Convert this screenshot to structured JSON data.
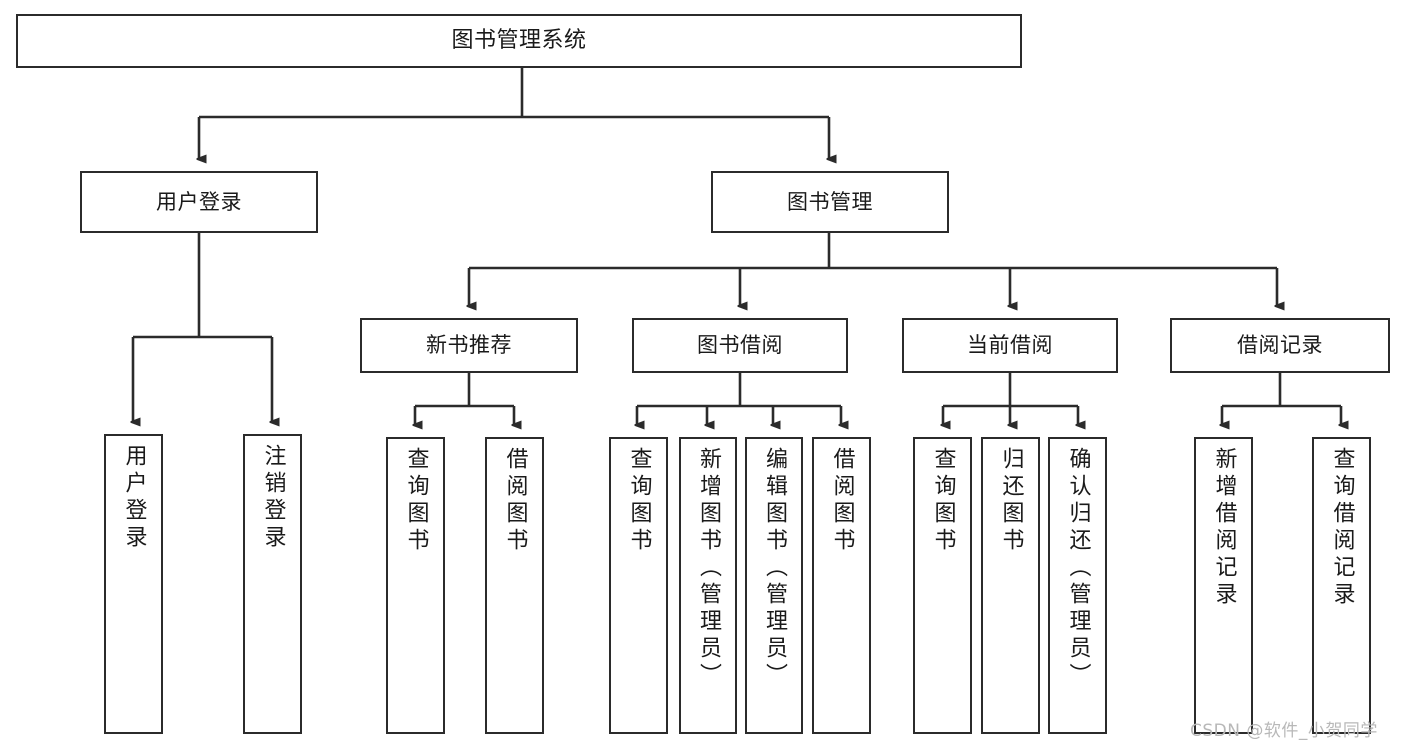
{
  "diagram": {
    "title": "图书管理系统",
    "type": "tree-structure-chart",
    "colors": {
      "stroke": "#2b2b2b",
      "fill": "#ffffff",
      "text": "#1a1a1a",
      "watermark": "#b8b8b8"
    }
  },
  "root": {
    "label": "图书管理系统"
  },
  "level2": [
    {
      "label": "用户登录"
    },
    {
      "label": "图书管理"
    }
  ],
  "level3": [
    {
      "label": "新书推荐"
    },
    {
      "label": "图书借阅"
    },
    {
      "label": "当前借阅"
    },
    {
      "label": "借阅记录"
    }
  ],
  "leaves": {
    "user_login": [
      {
        "label": "用户登录"
      },
      {
        "label": "注销登录"
      }
    ],
    "new_book_recommend": [
      {
        "label": "查询图书"
      },
      {
        "label": "借阅图书"
      }
    ],
    "book_borrow": [
      {
        "label": "查询图书"
      },
      {
        "label": "新增图书（管理员）"
      },
      {
        "label": "编辑图书（管理员）"
      },
      {
        "label": "借阅图书"
      }
    ],
    "current_borrow": [
      {
        "label": "查询图书"
      },
      {
        "label": "归还图书"
      },
      {
        "label": "确认归还（管理员）"
      }
    ],
    "borrow_record": [
      {
        "label": "新增借阅记录"
      },
      {
        "label": "查询借阅记录"
      }
    ]
  },
  "watermark": {
    "text": "CSDN @软件_小贺同学"
  }
}
